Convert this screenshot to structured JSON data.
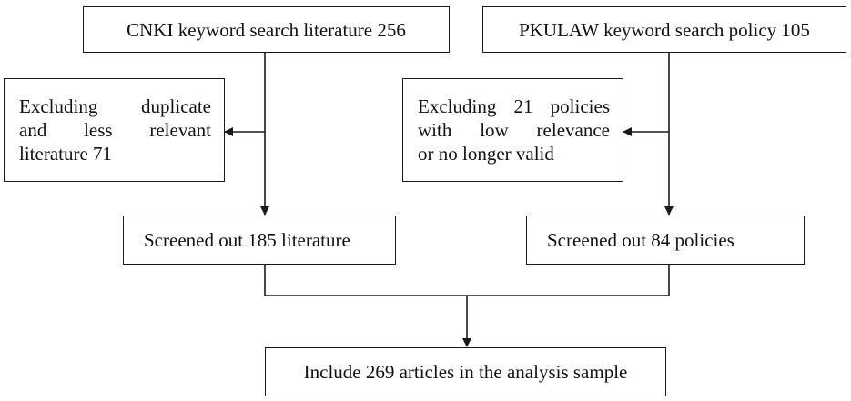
{
  "flowchart": {
    "cnki_search": {
      "label": "CNKI keyword search literature 256"
    },
    "pkulaw_search": {
      "label": "PKULAW keyword search policy 105"
    },
    "cnki_exclusion": {
      "lines": [
        "Excluding duplicate",
        "and less relevant",
        "literature 71"
      ]
    },
    "pkulaw_exclusion": {
      "lines": [
        "Excluding 21 policies",
        "with low relevance",
        "or no longer valid"
      ]
    },
    "cnki_screened": {
      "label": "Screened out 185 literature"
    },
    "pkulaw_screened": {
      "label": "Screened out 84 policies"
    },
    "final_sample": {
      "label": "Include 269 articles in the analysis sample"
    }
  }
}
